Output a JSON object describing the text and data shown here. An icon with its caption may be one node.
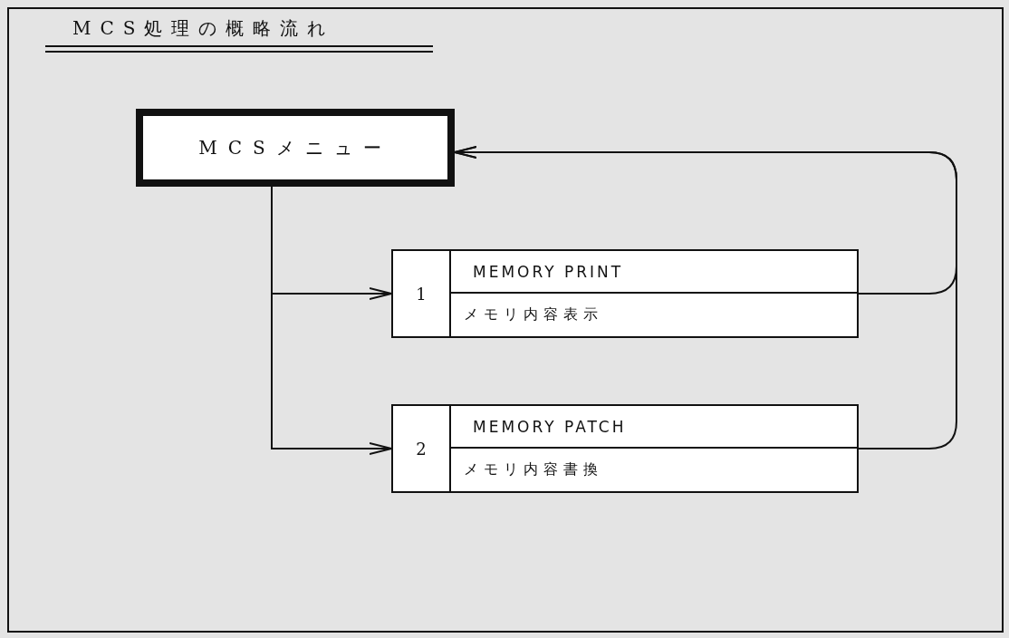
{
  "diagram": {
    "title": "MCS処理の概略流れ",
    "nodes": [
      {
        "text": [
          "MCSメニュー"
        ]
      },
      {
        "text": [
          "1",
          "MEMORY PRINT",
          "メモリ内容表示"
        ]
      },
      {
        "text": [
          "2",
          "MEMORY PATCH",
          "メモリ内容書換"
        ]
      }
    ],
    "edges": [
      {
        "from": 0,
        "to": 1,
        "arrow": "to"
      },
      {
        "from": 0,
        "to": 2,
        "arrow": "to"
      },
      {
        "from": 1,
        "to": 0,
        "arrow": "to"
      },
      {
        "from": 2,
        "to": 0,
        "arrow": "to"
      }
    ]
  }
}
